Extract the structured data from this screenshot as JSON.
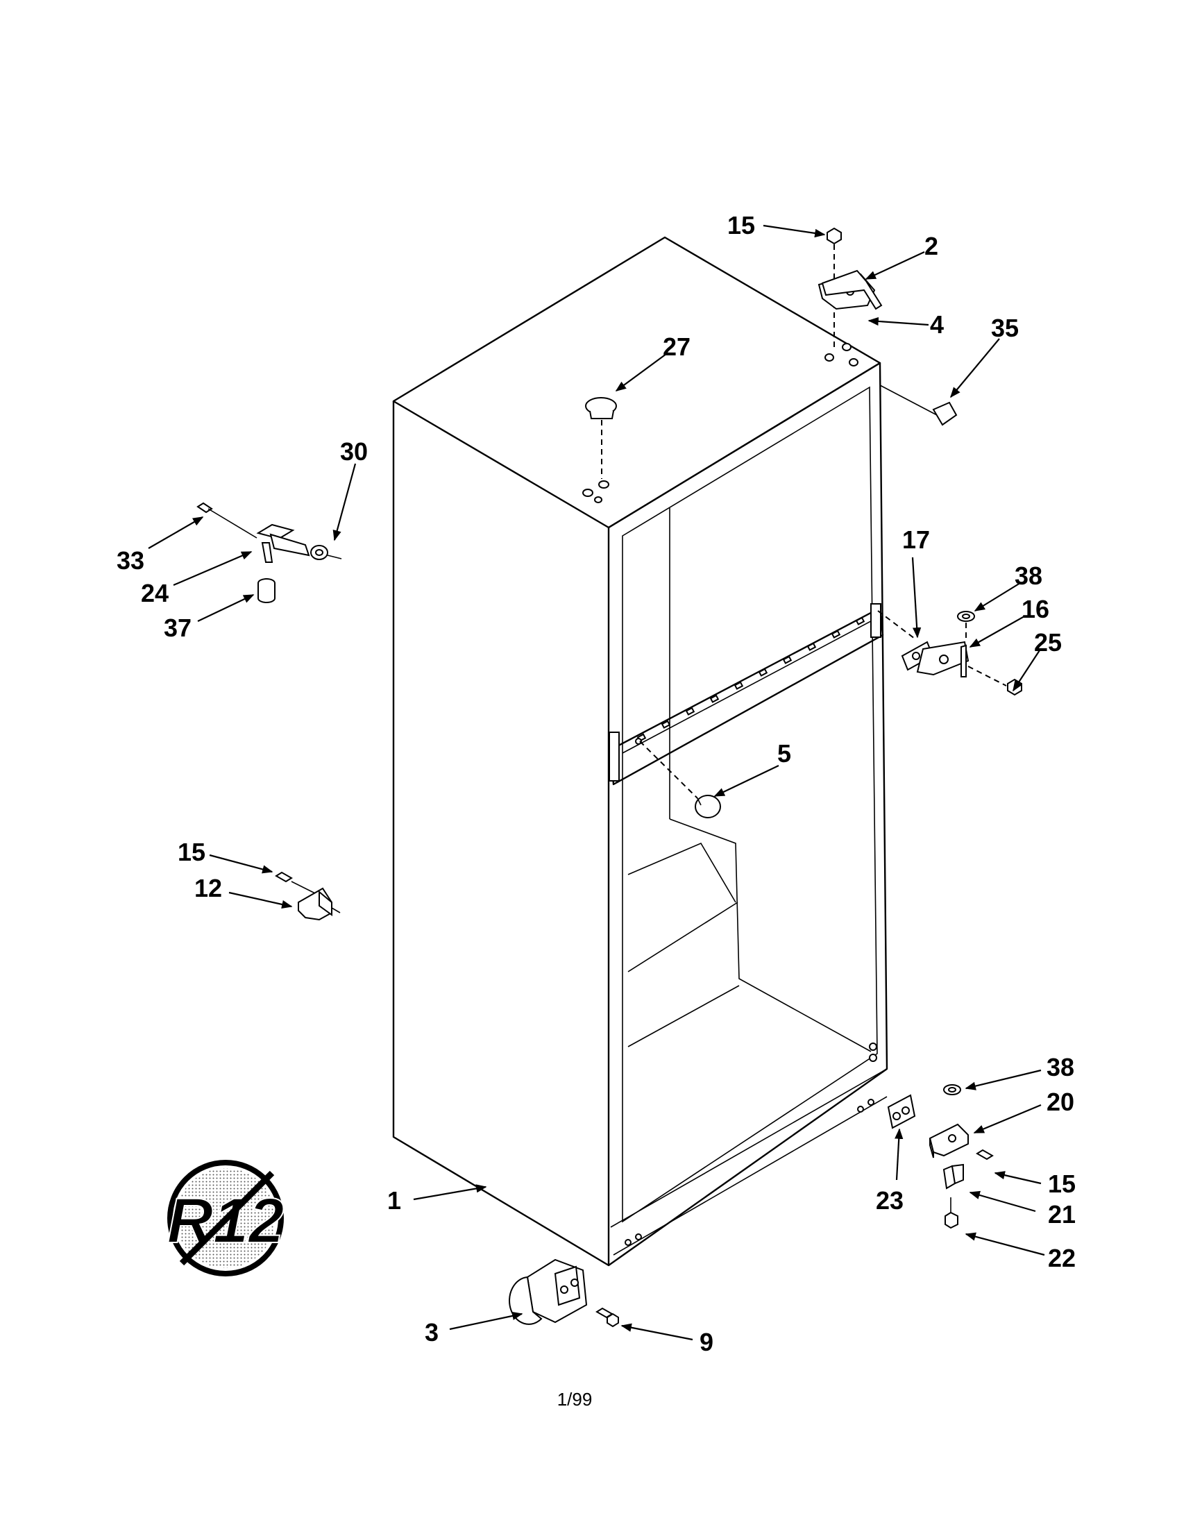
{
  "diagram": {
    "callouts": [
      {
        "id": "c15a",
        "label": "15"
      },
      {
        "id": "c2",
        "label": "2"
      },
      {
        "id": "c4",
        "label": "4"
      },
      {
        "id": "c35",
        "label": "35"
      },
      {
        "id": "c27",
        "label": "27"
      },
      {
        "id": "c30",
        "label": "30"
      },
      {
        "id": "c33",
        "label": "33"
      },
      {
        "id": "c24",
        "label": "24"
      },
      {
        "id": "c37",
        "label": "37"
      },
      {
        "id": "c17",
        "label": "17"
      },
      {
        "id": "c38a",
        "label": "38"
      },
      {
        "id": "c16",
        "label": "16"
      },
      {
        "id": "c25",
        "label": "25"
      },
      {
        "id": "c5",
        "label": "5"
      },
      {
        "id": "c15b",
        "label": "15"
      },
      {
        "id": "c12",
        "label": "12"
      },
      {
        "id": "c38b",
        "label": "38"
      },
      {
        "id": "c20",
        "label": "20"
      },
      {
        "id": "c15c",
        "label": "15"
      },
      {
        "id": "c23",
        "label": "23"
      },
      {
        "id": "c21",
        "label": "21"
      },
      {
        "id": "c22",
        "label": "22"
      },
      {
        "id": "c1",
        "label": "1"
      },
      {
        "id": "c3",
        "label": "3"
      },
      {
        "id": "c9",
        "label": "9"
      }
    ],
    "badge_text": "R12",
    "footer_date": "1/99"
  }
}
